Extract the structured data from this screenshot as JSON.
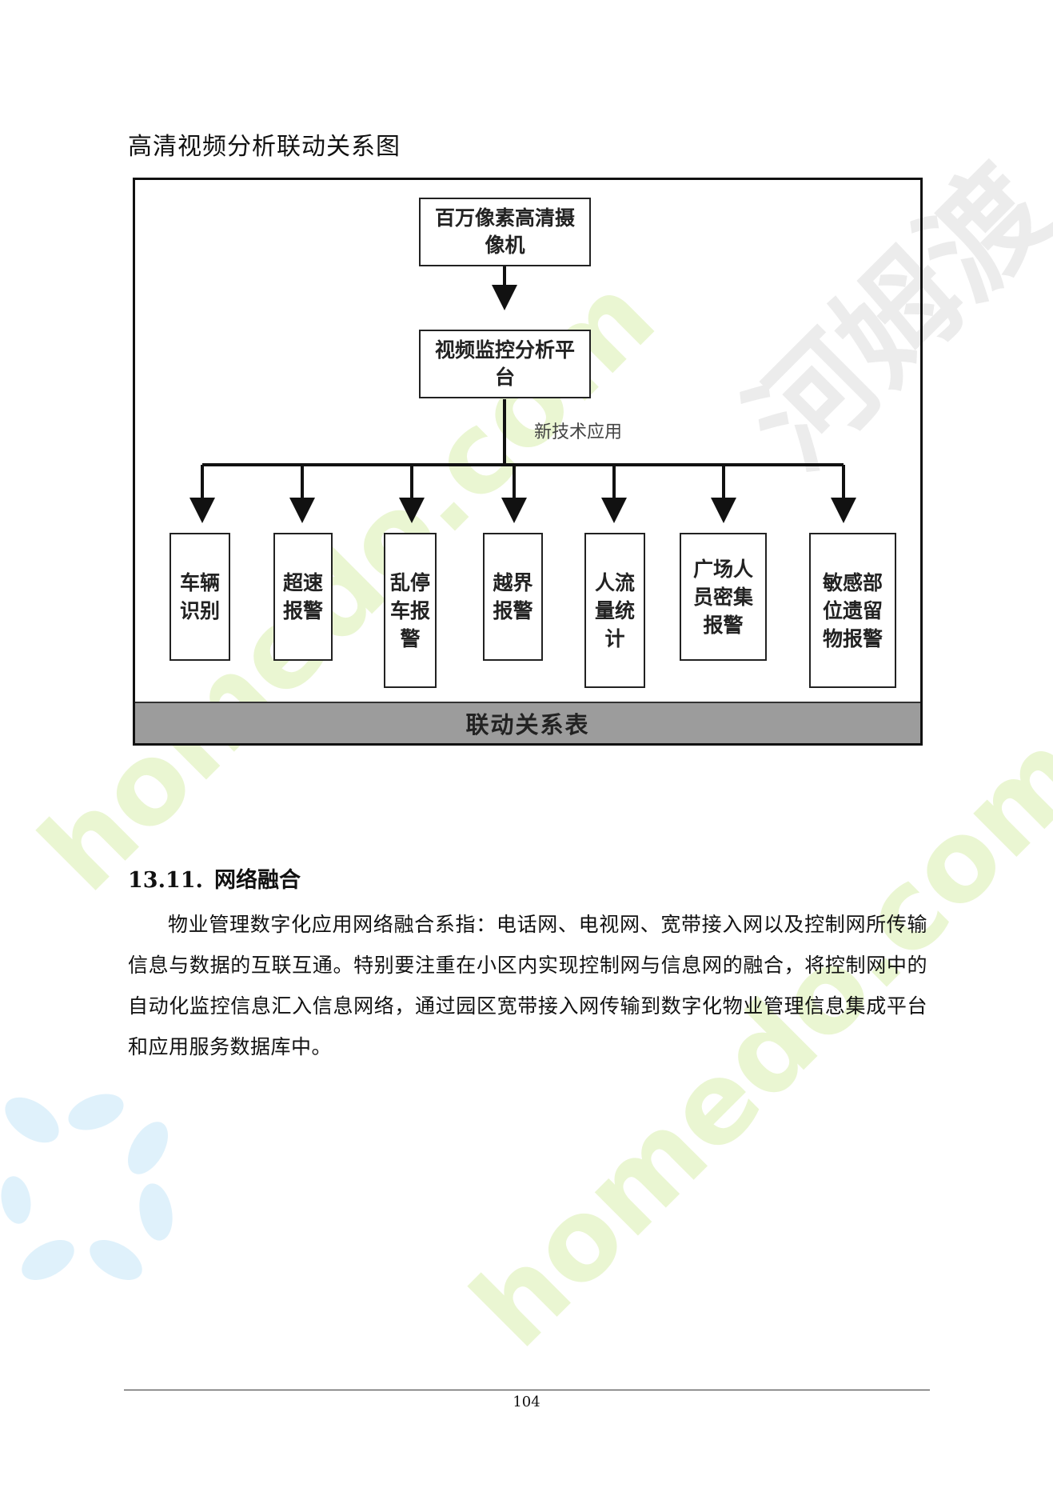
{
  "figure": {
    "title": "高清视频分析联动关系图",
    "camera_box": "百万像素高清摄像机",
    "platform_box": "视频监控分析平台",
    "edge_label": "新技术应用",
    "leaves": [
      "车辆识别",
      "超速报警",
      "乱停车报警",
      "越界报警",
      "人流量统计",
      "广场人员密集报警",
      "敏感部位遗留物报警"
    ],
    "footer": "联动关系表"
  },
  "section": {
    "number": "13.11.",
    "title": "网络融合",
    "paragraph": "物业管理数字化应用网络融合系指：电话网、电视网、宽带接入网以及控制网所传输信息与数据的互联互通。特别要注重在小区内实现控制网与信息网的融合，将控制网中的自动化监控信息汇入信息网络，通过园区宽带接入网传输到数字化物业管理信息集成平台和应用服务数据库中。"
  },
  "page_number": "104",
  "watermark": {
    "brand_cn": "河姆渡",
    "brand_en": "homedo.com",
    "colors": {
      "green": "#eaf6d2",
      "blue": "#dff1fb",
      "gray": "#ececec"
    }
  }
}
